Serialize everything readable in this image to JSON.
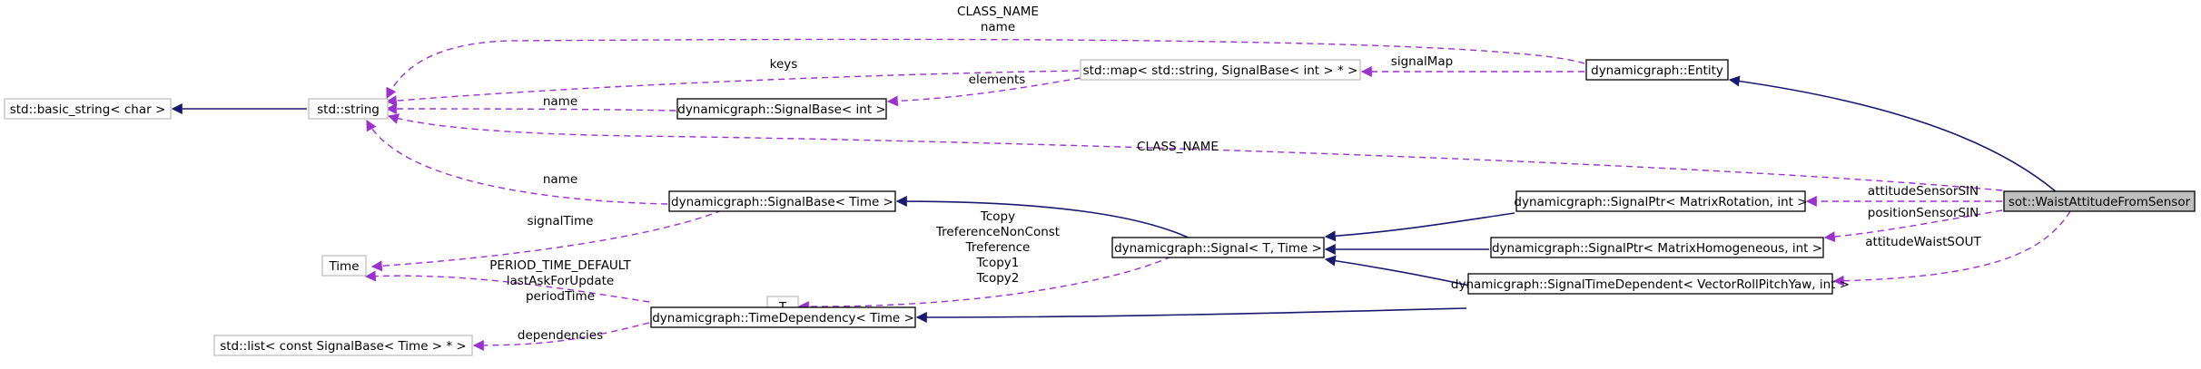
{
  "colors": {
    "inheritance": "#191970",
    "usage": "#9a32cd",
    "focus_fill": "#bfbfbf"
  },
  "nodes": [
    {
      "id": "basic_string",
      "label": "std::basic_string< char >",
      "style": "faint"
    },
    {
      "id": "string",
      "label": "std::string",
      "style": "faint"
    },
    {
      "id": "map",
      "label": "std::map< std::string, SignalBase< int > * >",
      "style": "faint"
    },
    {
      "id": "entity",
      "label": "dynamicgraph::Entity",
      "style": "strong"
    },
    {
      "id": "sigbase_int",
      "label": "dynamicgraph::SignalBase< int >",
      "style": "strong"
    },
    {
      "id": "sigbase_time",
      "label": "dynamicgraph::SignalBase< Time >",
      "style": "strong"
    },
    {
      "id": "time",
      "label": "Time",
      "style": "faint"
    },
    {
      "id": "t",
      "label": "T",
      "style": "faint"
    },
    {
      "id": "signal",
      "label": "dynamicgraph::Signal< T, Time >",
      "style": "strong"
    },
    {
      "id": "sigptr_rot",
      "label": "dynamicgraph::SignalPtr< MatrixRotation, int >",
      "style": "strong"
    },
    {
      "id": "sigptr_hom",
      "label": "dynamicgraph::SignalPtr< MatrixHomogeneous, int >",
      "style": "strong"
    },
    {
      "id": "sigtimedep",
      "label": "dynamicgraph::SignalTimeDependent< VectorRollPitchYaw, int >",
      "style": "strong"
    },
    {
      "id": "timedep",
      "label": "dynamicgraph::TimeDependency< Time >",
      "style": "strong"
    },
    {
      "id": "list",
      "label": "std::list< const SignalBase< Time > * >",
      "style": "faint"
    },
    {
      "id": "waist",
      "label": "sot::WaistAttitudeFromSensor",
      "style": "focus"
    }
  ],
  "edge_labels": {
    "class_name_top": "CLASS_NAME",
    "name_top": "name",
    "keys": "keys",
    "name_sigint": "name",
    "elements": "elements",
    "signalmap": "signalMap",
    "class_name_mid": "CLASS_NAME",
    "name_sigtime": "name",
    "signaltime": "signalTime",
    "attitude_sensor": "attitudeSensorSIN",
    "position_sensor": "positionSensorSIN",
    "attitude_waist": "attitudeWaistSOUT",
    "tcopy": "Tcopy",
    "treference_nonconst": "TreferenceNonConst",
    "treference": "Treference",
    "tcopy1": "Tcopy1",
    "tcopy2": "Tcopy2",
    "period_default": "PERIOD_TIME_DEFAULT",
    "last_ask": "lastAskForUpdate",
    "period_time": "periodTime",
    "dependencies": "dependencies"
  }
}
